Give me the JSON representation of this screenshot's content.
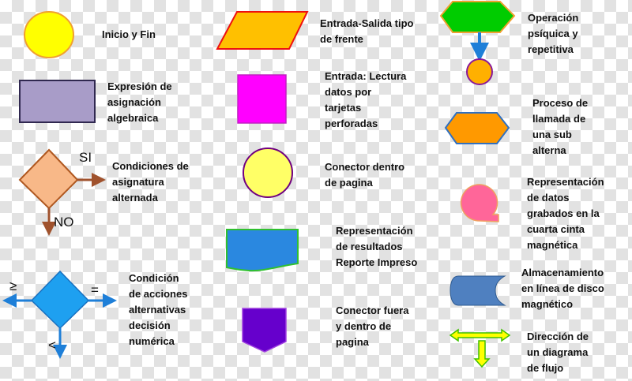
{
  "symbols": [
    {
      "name": "terminal",
      "label": [
        "Inicio y Fin"
      ],
      "fill": "#ffff00"
    },
    {
      "name": "io-parallelogram",
      "label": [
        "Entrada-Salida tipo",
        "de frente"
      ],
      "fill": "#ffc000"
    },
    {
      "name": "loop-hexagon",
      "label": [
        "Operación",
        "psíquica y",
        "repetitiva"
      ],
      "fill": "#00cc00"
    },
    {
      "name": "process-rectangle",
      "label": [
        "Expresión de",
        "asignación",
        "algebraica"
      ],
      "fill": "#a89cc8"
    },
    {
      "name": "punched-card",
      "label": [
        "Entrada: Lectura",
        "datos por",
        "tarjetas",
        "perforadas"
      ],
      "fill": "#ff00ff"
    },
    {
      "name": "subroutine-hexagon",
      "label": [
        "Proceso de",
        "llamada de",
        "una sub",
        "alterna"
      ],
      "fill": "#ff9900"
    },
    {
      "name": "decision-diamond",
      "label": [
        "Condiciones de",
        "asignatura",
        "alternada"
      ],
      "fill": "#f8b888",
      "branches": {
        "yes": "SI",
        "no": "NO"
      }
    },
    {
      "name": "on-page-connector",
      "label": [
        "Conector dentro",
        "de pagina"
      ],
      "fill": "#ffff66"
    },
    {
      "name": "magnetic-tape",
      "label": [
        "Representación",
        "de datos",
        "grabados en la",
        "cuarta cinta",
        "magnética"
      ],
      "fill": "#ff6699"
    },
    {
      "name": "document",
      "label": [
        "Representación",
        "de resultados",
        "Reporte Impreso"
      ],
      "fill": "#2a88e0"
    },
    {
      "name": "multi-decision-diamond",
      "label": [
        "Condición",
        "de acciones",
        "alternativas",
        "decisión",
        "numérica"
      ],
      "fill": "#1ea0f0",
      "branches": {
        "left": "≥",
        "right": "=",
        "down": "<"
      }
    },
    {
      "name": "disk-storage",
      "label": [
        "Almacenamiento",
        "en línea de disco",
        "magnético"
      ],
      "fill": "#4f80c0"
    },
    {
      "name": "off-page-connector",
      "label": [
        "Conector fuera",
        "y dentro de",
        "pagina"
      ],
      "fill": "#6600cc"
    },
    {
      "name": "flow-direction",
      "label": [
        "Dirección de",
        "un diagrama",
        "de flujo"
      ],
      "fill": "#ffff00"
    }
  ]
}
